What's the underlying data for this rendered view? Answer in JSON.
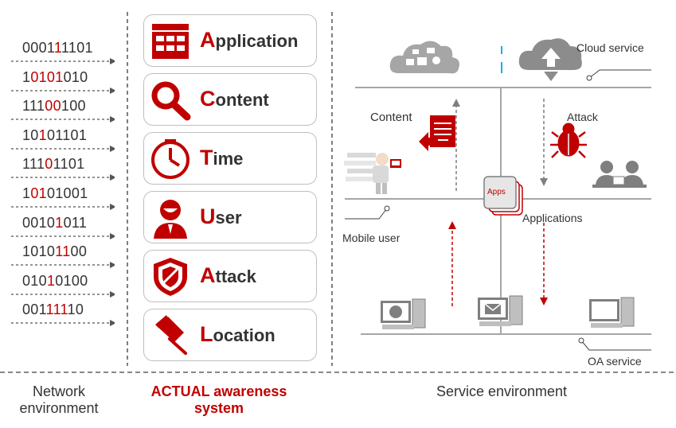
{
  "binary_rows": [
    {
      "pre": "0001",
      "red": "1",
      "post": "1101"
    },
    {
      "pre": "1",
      "red": "0101",
      "post": "010"
    },
    {
      "pre": "111",
      "red": "00",
      "post": "100"
    },
    {
      "pre": "10",
      "red": "1",
      "post": "01101"
    },
    {
      "pre": "111",
      "red": "0",
      "post": "1101"
    },
    {
      "pre": "1",
      "red": "01",
      "post": "01001"
    },
    {
      "pre": "0010",
      "red": "1",
      "post": "011"
    },
    {
      "pre": "1010",
      "red": "11",
      "post": "00"
    },
    {
      "pre": "010",
      "red": "1",
      "post": "0100"
    },
    {
      "pre": "001",
      "red": "111",
      "post": "10"
    }
  ],
  "awareness": [
    {
      "initial": "A",
      "rest": "pplication",
      "icon": "calendar-icon"
    },
    {
      "initial": "C",
      "rest": "ontent",
      "icon": "magnifier-icon"
    },
    {
      "initial": "T",
      "rest": "ime",
      "icon": "clock-icon"
    },
    {
      "initial": "U",
      "rest": "ser",
      "icon": "user-icon"
    },
    {
      "initial": "A",
      "rest": "ttack",
      "icon": "shield-icon"
    },
    {
      "initial": "L",
      "rest": "ocation",
      "icon": "pushpin-icon"
    }
  ],
  "service": {
    "cloud_service": "Cloud service",
    "content": "Content",
    "attack": "Attack",
    "apps_badge": "Apps",
    "applications": "Applications",
    "mobile_user": "Mobile user",
    "oa_service": "OA service"
  },
  "captions": {
    "network": "Network environment",
    "actual": "ACTUAL awareness system",
    "service": "Service environment"
  },
  "colors": {
    "accent": "#c00000",
    "text": "#333333",
    "gray": "#7f7f7f"
  }
}
